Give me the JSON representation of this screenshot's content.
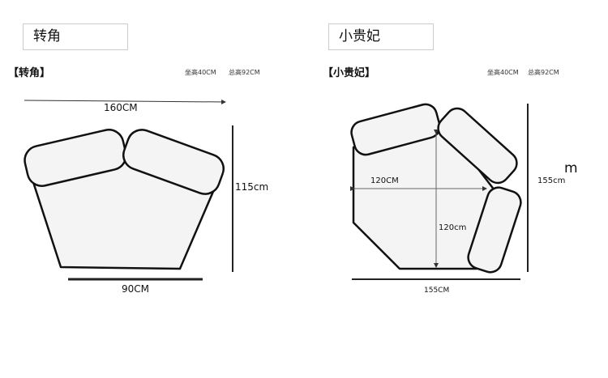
{
  "left": {
    "title": "转角",
    "header": "【转角】",
    "seat_height": "坐高40CM",
    "total_height": "总高92CM",
    "width_top": "160CM",
    "depth": "115cm",
    "width_bottom": "90CM"
  },
  "right": {
    "title": "小贵妃",
    "header": "【小贵妃】",
    "seat_height": "坐高40CM",
    "total_height": "总高92CM",
    "inner_width": "120CM",
    "inner_depth": "120cm",
    "depth": "155cm",
    "width": "155CM",
    "stray": "m"
  }
}
